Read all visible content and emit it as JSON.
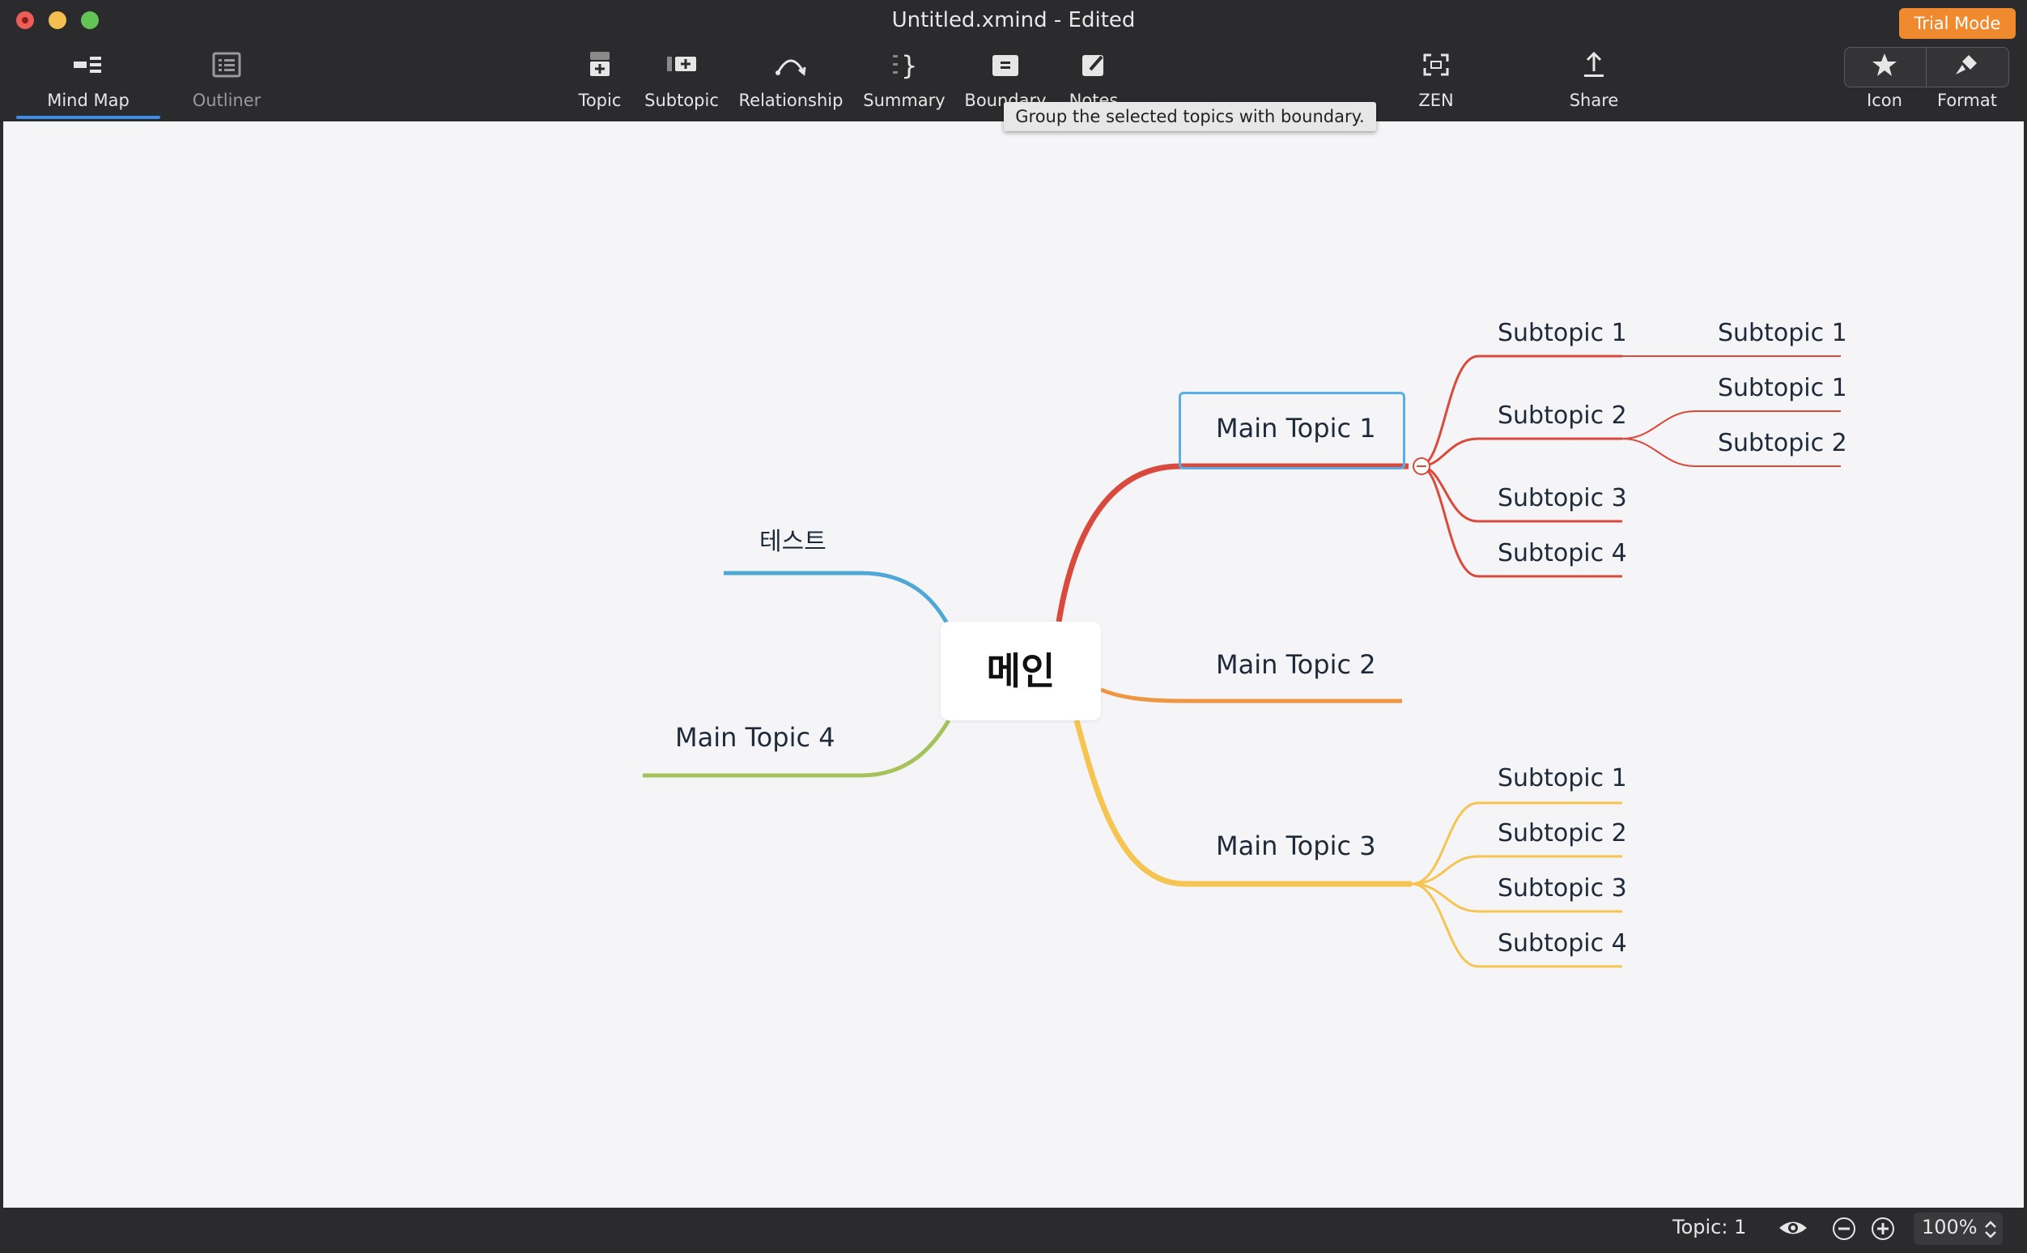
{
  "window": {
    "title": "Untitled.xmind - Edited",
    "trial_label": "Trial Mode"
  },
  "toolbar": {
    "mindmap": "Mind Map",
    "outliner": "Outliner",
    "topic": "Topic",
    "subtopic": "Subtopic",
    "relationship": "Relationship",
    "summary": "Summary",
    "boundary": "Boundary",
    "notes": "Notes",
    "zen": "ZEN",
    "share": "Share",
    "icon": "Icon",
    "format": "Format"
  },
  "tooltip": "Group the selected topics with boundary.",
  "mindmap": {
    "central": "메인",
    "left": [
      {
        "label": "테스트",
        "color": "#4fa7d6"
      },
      {
        "label": "Main Topic 4",
        "color": "#a6c25a"
      }
    ],
    "right": [
      {
        "label": "Main Topic 1",
        "color": "#d9493c",
        "selected": true,
        "children": [
          "Subtopic 1",
          "Subtopic 2",
          "Subtopic 3",
          "Subtopic 4"
        ],
        "grandchildren": {
          "subtopic_1": [
            "Subtopic 1"
          ],
          "subtopic_2": [
            "Subtopic 1",
            "Subtopic 2"
          ]
        }
      },
      {
        "label": "Main Topic 2",
        "color": "#ee9642",
        "children": []
      },
      {
        "label": "Main Topic 3",
        "color": "#f5c451",
        "children": [
          "Subtopic 1",
          "Subtopic 2",
          "Subtopic 3",
          "Subtopic 4"
        ]
      }
    ]
  },
  "status": {
    "topic_count": "Topic: 1",
    "zoom": "100%"
  },
  "colors": {
    "accent": "#3a8ee6",
    "selection": "#5aaee8",
    "trial": "#f08a2f"
  }
}
